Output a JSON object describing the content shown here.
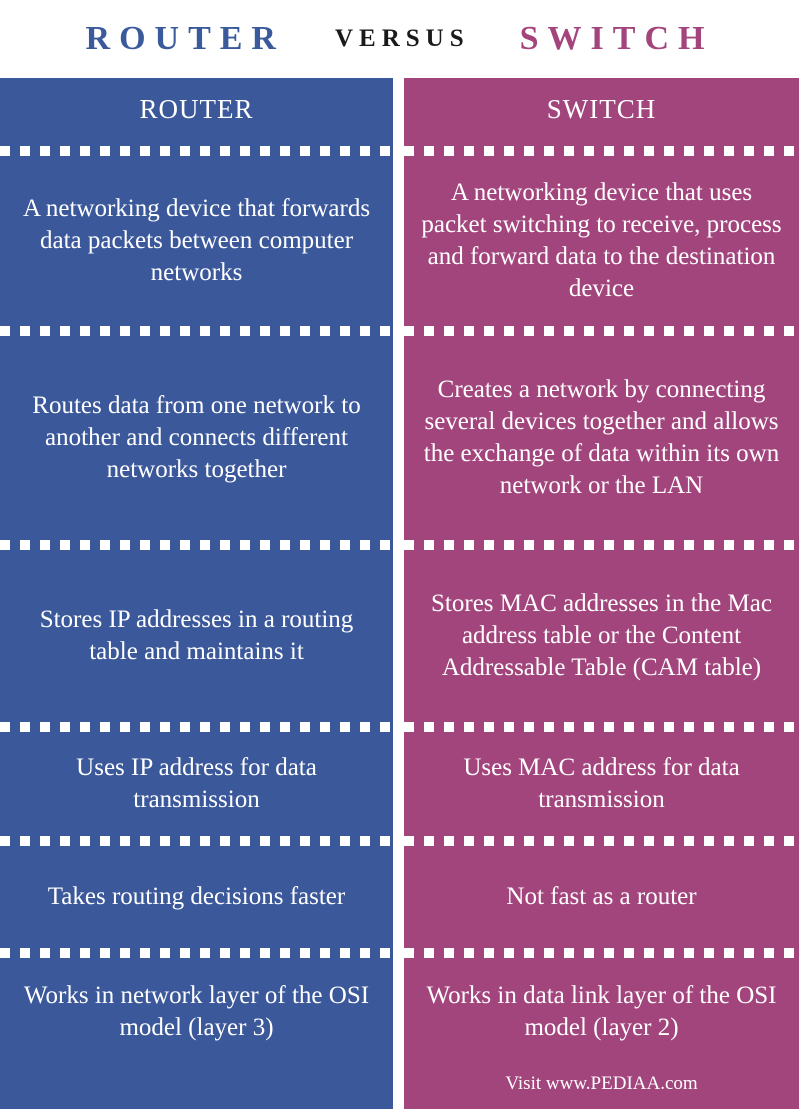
{
  "title": {
    "router": "ROUTER",
    "versus": "VERSUS",
    "switch": "SWITCH"
  },
  "columns": {
    "router": {
      "header": "ROUTER",
      "rows": [
        "A networking device that forwards data packets between computer networks",
        "Routes data from one network to another and connects different networks together",
        "Stores IP addresses in a routing table and maintains it",
        "Uses IP address for data transmission",
        "Takes routing decisions faster",
        "Works in network layer of the OSI model (layer 3)"
      ]
    },
    "switch": {
      "header": "SWITCH",
      "rows": [
        "A networking device that uses packet switching to receive, process and forward data to the destination device",
        "Creates a network by connecting several devices together and allows the exchange of data within its own network or the LAN",
        "Stores MAC addresses in the Mac address table or the Content Addressable Table (CAM table)",
        "Uses MAC address for data transmission",
        "Not fast as a router",
        "Works in data link layer of the OSI model (layer 2)"
      ]
    }
  },
  "footer": "Visit www.PEDIAA.com",
  "colors": {
    "router": "#3b589b",
    "switch": "#a3457d",
    "title_router": "#3a5a9c",
    "title_switch": "#a3457c"
  }
}
